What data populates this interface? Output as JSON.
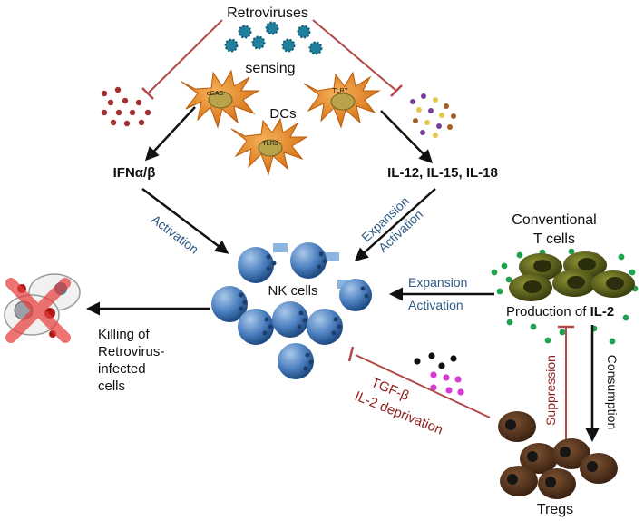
{
  "labels": {
    "retroviruses": "Retroviruses",
    "sensing": "sensing",
    "dcs": "DCs",
    "cgas": "cGAS",
    "tlr7": "TLR7",
    "tlr3": "TLR3",
    "ifn": "IFNα/β",
    "il12": "IL-12, IL-15, IL-18",
    "activation_left": "Activation",
    "expansion_right": "Expansion",
    "activation_right": "Activation",
    "conventional_line1": "Conventional",
    "conventional_line2": "T cells",
    "production_of": "Production of",
    "il2": "IL-2",
    "expansion_mid": "Expansion",
    "activation_mid": "Activation",
    "nk_cells": "NK cells",
    "killing_line1": "Killing of",
    "killing_line2": "Retrovirus-",
    "killing_line3": "infected",
    "killing_line4": "cells",
    "tgf": "TGF-β",
    "il2_deprivation": "IL-2 deprivation",
    "suppression": "Suppression",
    "consumption": "Consumption",
    "tregs": "Tregs"
  },
  "colors": {
    "virus": "#1f7f9c",
    "dc": "#e58a22",
    "dc_nucleus": "#b8a24a",
    "ifn_dot": "#a3302e",
    "nk_body": "#3d73b3",
    "nk_nucleus": "#1e3f6c",
    "tcell": "#6b6f22",
    "treg": "#5a3722",
    "il2_dot": "#1fa24e",
    "inhibit": "#b24848",
    "arrow": "#111111",
    "blue_text": "#2e5a86",
    "red_text": "#8e1f1f"
  }
}
